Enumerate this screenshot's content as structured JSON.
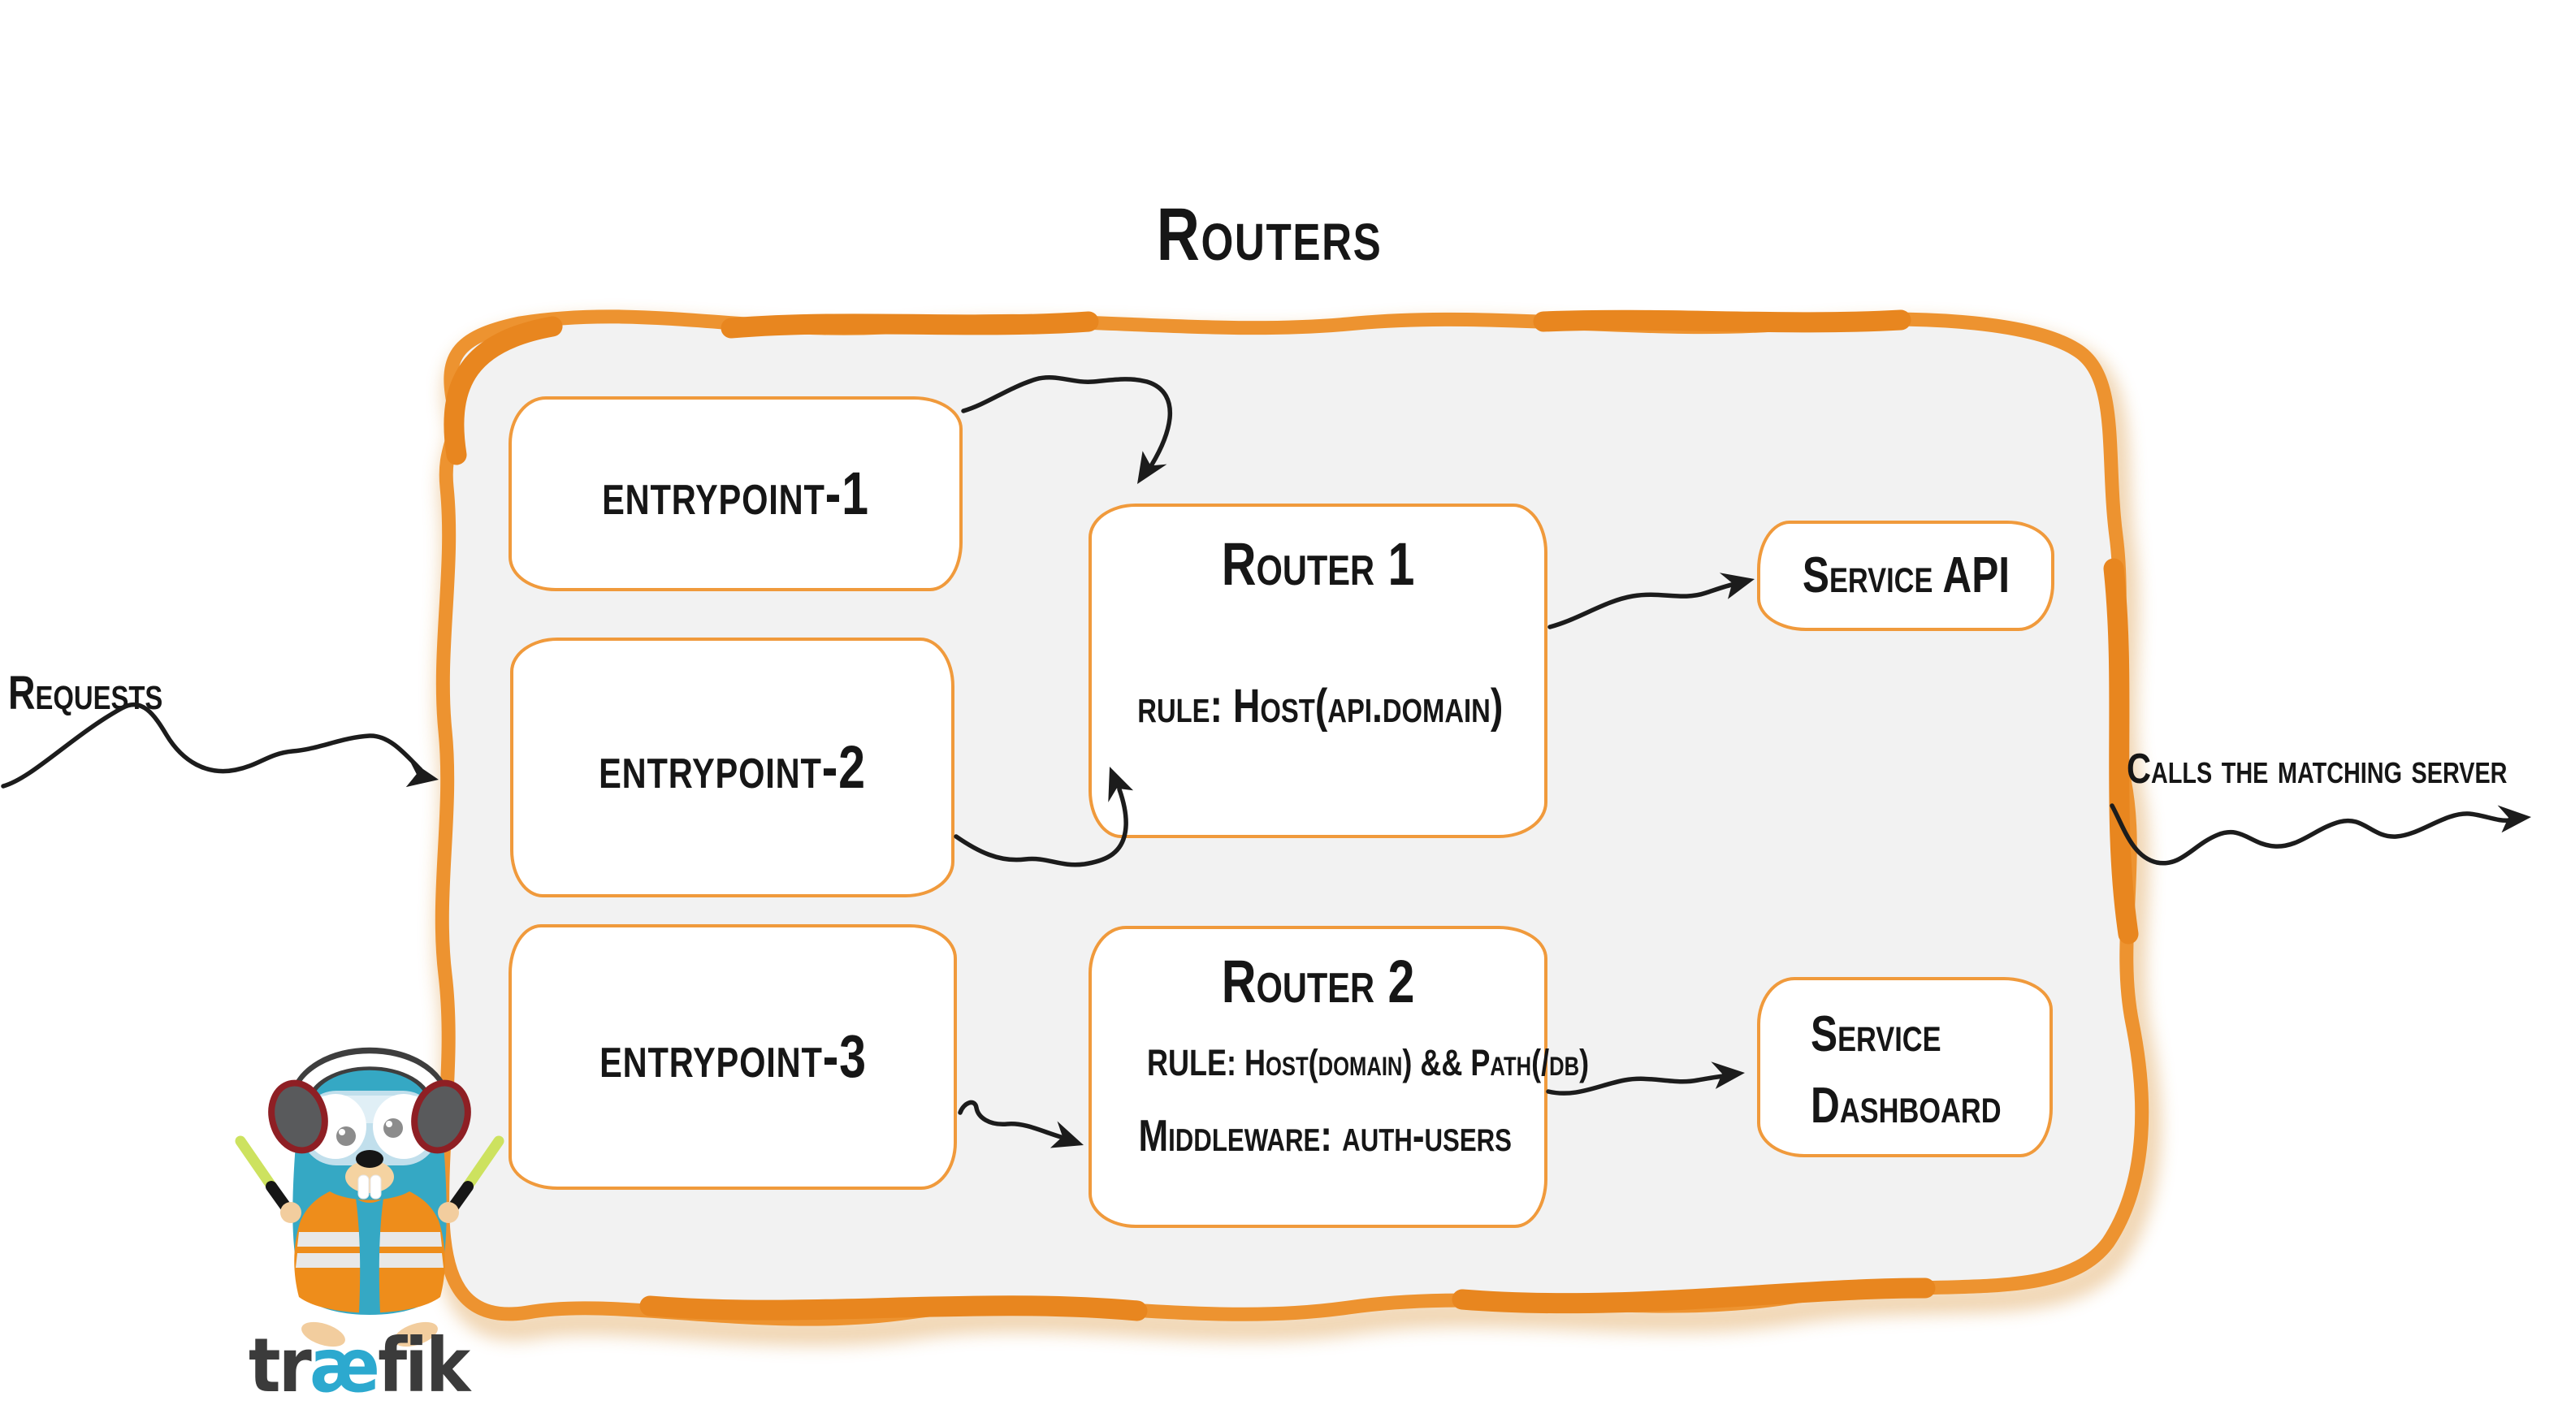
{
  "diagram": {
    "title": "Routers",
    "requests_label": "Requests",
    "calls_label": "Calls the matching server",
    "entrypoints": [
      {
        "label": "entrypoint-1"
      },
      {
        "label": "entrypoint-2"
      },
      {
        "label": "entrypoint-3"
      }
    ],
    "routers": [
      {
        "title": "Router 1",
        "rule": "rule: Host(api.domain)"
      },
      {
        "title": "Router 2",
        "rule": "RULE: Host(domain) && Path(/db)",
        "middleware": "Middleware: auth-users"
      }
    ],
    "services": [
      {
        "label": "Service API"
      },
      {
        "line1": "Service",
        "line2": "Dashboard"
      }
    ],
    "edges": [
      {
        "from": "requests",
        "to": "routers-container"
      },
      {
        "from": "entrypoint-1",
        "to": "router-1"
      },
      {
        "from": "entrypoint-2",
        "to": "router-1"
      },
      {
        "from": "entrypoint-3",
        "to": "router-2"
      },
      {
        "from": "router-1",
        "to": "service-api"
      },
      {
        "from": "router-2",
        "to": "service-dashboard"
      },
      {
        "from": "routers-container",
        "to": "matching-server"
      }
    ],
    "logo": {
      "pre": "tr",
      "ae": "æ",
      "post": "fik"
    },
    "colors": {
      "container_stroke": "#ED9330",
      "box_border": "#F09A3C",
      "container_fill": "#F2F2F2",
      "text": "#161616",
      "arrow": "#1C1C1C",
      "gopher_blue": "#35A8C4",
      "vest_orange": "#EE8D1B",
      "wordmark_dark": "#3B3B3B",
      "wordmark_accent": "#2CA9CF"
    }
  }
}
